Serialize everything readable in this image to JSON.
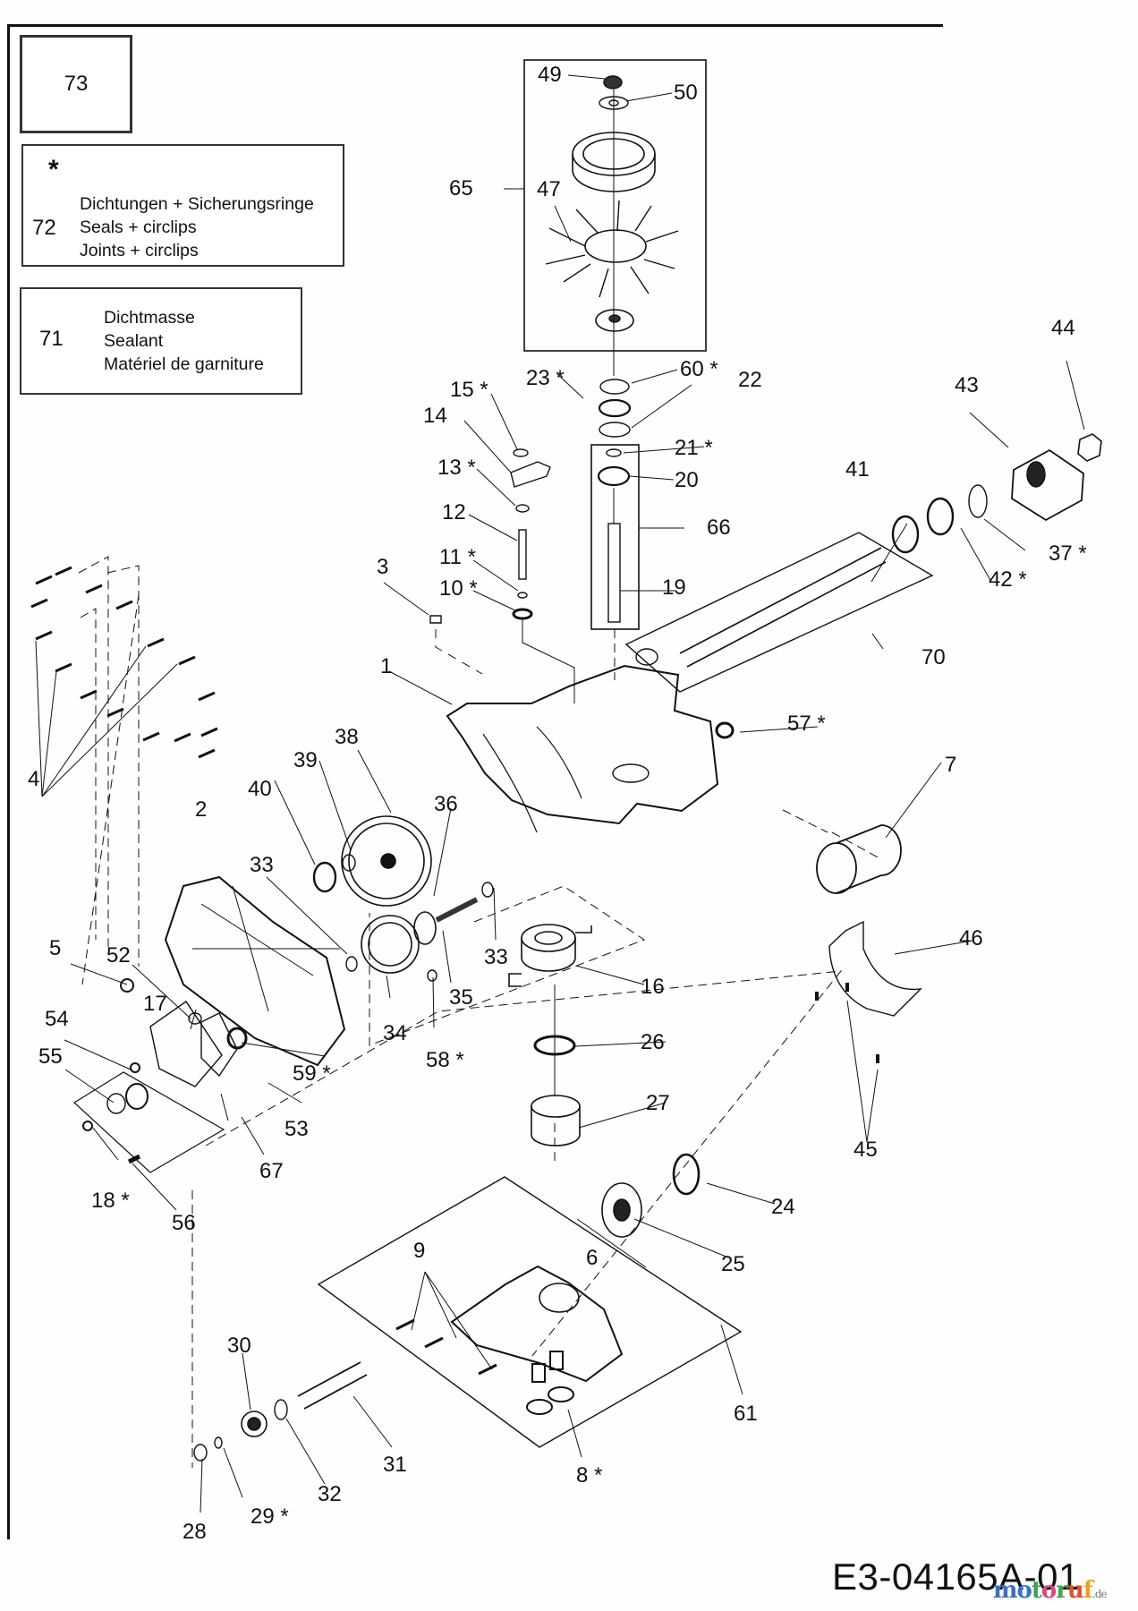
{
  "diagram": {
    "title_box": {
      "number": "73"
    },
    "legend_seals": {
      "symbol": "*",
      "number": "72",
      "lines": [
        "Dichtungen + Sicherungsringe",
        "Seals + circlips",
        "Joints + circlips"
      ]
    },
    "legend_sealant": {
      "number": "71",
      "lines": [
        "Dichtmasse",
        "Sealant",
        "Matériel de garniture"
      ]
    },
    "callouts": {
      "p1": "1",
      "p2": "2",
      "p3": "3",
      "p4": "4",
      "p5": "5",
      "p6": "6",
      "p7": "7",
      "p8": "8 *",
      "p9": "9",
      "p10": "10 *",
      "p11": "11 *",
      "p12": "12",
      "p13": "13 *",
      "p14": "14",
      "p15": "15 *",
      "p16": "16",
      "p17": "17",
      "p18": "18 *",
      "p19": "19",
      "p20": "20",
      "p21": "21 *",
      "p22": "22",
      "p23": "23 *",
      "p24": "24",
      "p25": "25",
      "p26": "26",
      "p27": "27",
      "p28": "28",
      "p29": "29 *",
      "p30": "30",
      "p31": "31",
      "p32": "32",
      "p33a": "33",
      "p33b": "33",
      "p34": "34",
      "p35": "35",
      "p36": "36",
      "p37": "37 *",
      "p38": "38",
      "p39": "39",
      "p40": "40",
      "p41": "41",
      "p42": "42 *",
      "p43": "43",
      "p44": "44",
      "p45": "45",
      "p46": "46",
      "p47": "47",
      "p49": "49",
      "p50": "50",
      "p52": "52",
      "p53": "53",
      "p54": "54",
      "p55": "55",
      "p56": "56",
      "p57": "57 *",
      "p58": "58 *",
      "p59": "59 *",
      "p60": "60 *",
      "p61": "61",
      "p65": "65",
      "p66": "66",
      "p67": "67",
      "p70": "70"
    },
    "drawing_id": "E3-04165A-01",
    "watermark": {
      "name": "motoruf",
      "tld": ".de"
    },
    "colors": {
      "line": "#111111",
      "background": "#fdfefd"
    }
  }
}
